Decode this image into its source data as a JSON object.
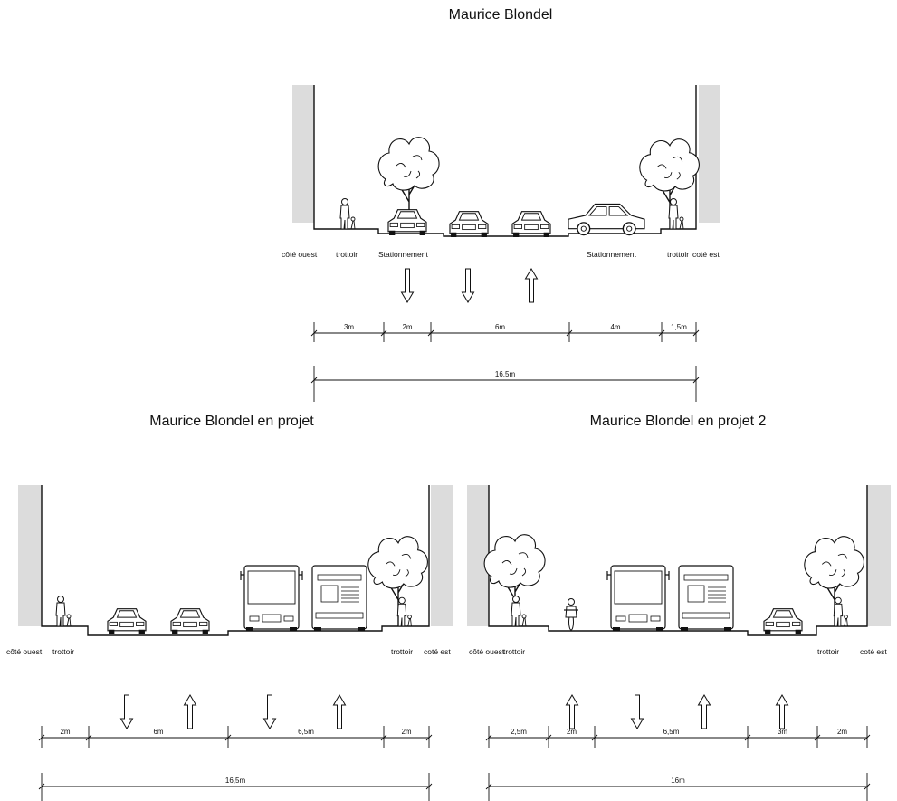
{
  "sections": [
    {
      "title": "Maurice Blondel",
      "labels": [
        "côté ouest",
        "trottoir",
        "Stationnement",
        "Stationnement",
        "trottoir",
        "coté est"
      ],
      "arrows": [
        "down",
        "down",
        "up"
      ],
      "segments": [
        "3m",
        "2m",
        "6m",
        "4m",
        "1,5m"
      ],
      "total": "16,5m"
    },
    {
      "title": "Maurice Blondel en projet",
      "labels": [
        "côté ouest",
        "trottoir",
        "trottoir",
        "coté est"
      ],
      "arrows": [
        "down",
        "up",
        "down",
        "up"
      ],
      "segments": [
        "2m",
        "6m",
        "6,5m",
        "2m"
      ],
      "total": "16,5m"
    },
    {
      "title": "Maurice Blondel en projet 2",
      "labels": [
        "côté ouest",
        "trottoir",
        "trottoir",
        "coté est"
      ],
      "arrows": [
        "up",
        "down",
        "up",
        "up"
      ],
      "segments": [
        "2,5m",
        "2m",
        "6,5m",
        "3m",
        "2m"
      ],
      "total": "16m"
    }
  ],
  "colors": {
    "wall": "#dcdcdc",
    "line": "#111111"
  }
}
